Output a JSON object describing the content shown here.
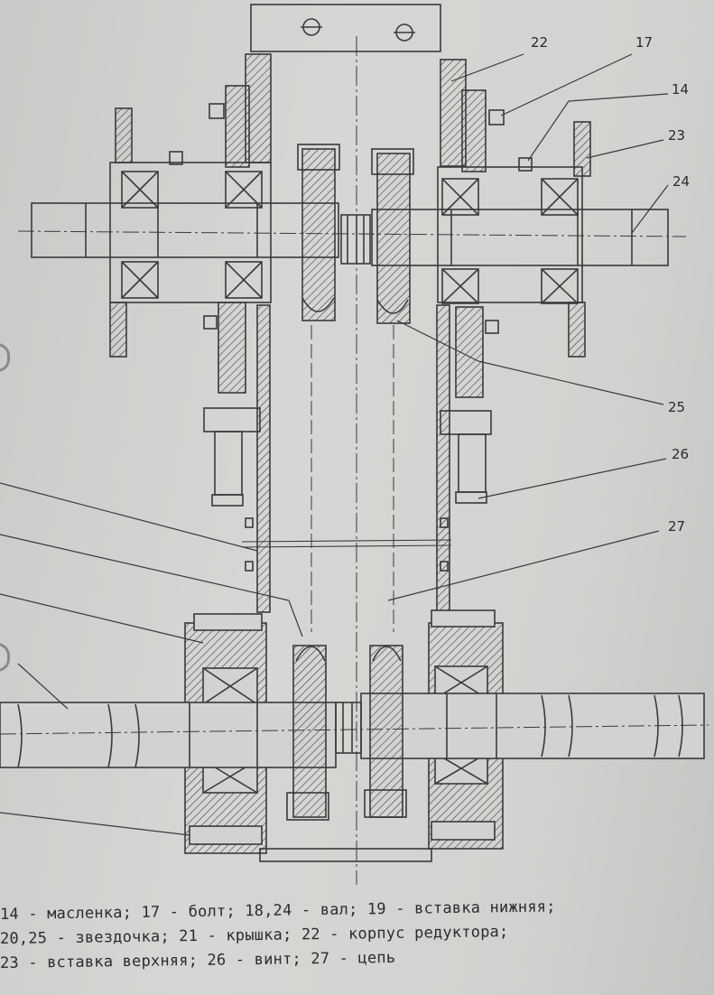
{
  "callouts": [
    {
      "id": "c22",
      "text": "22"
    },
    {
      "id": "c17",
      "text": "17"
    },
    {
      "id": "c14",
      "text": "14"
    },
    {
      "id": "c23",
      "text": "23"
    },
    {
      "id": "c24",
      "text": "24"
    },
    {
      "id": "c25",
      "text": "25"
    },
    {
      "id": "c26",
      "text": "26"
    },
    {
      "id": "c27",
      "text": "27"
    }
  ],
  "legend": {
    "line1": "14 - масленка; 17 - болт; 18,24 - вал; 19 - вставка нижняя;",
    "line2": "20,25 - звездочка; 21 - крышка; 22 - корпус редуктора;",
    "line3": "23 - вставка верхняя; 26 - винт; 27 - цепь"
  },
  "colors": {
    "line": "#3a3a3a",
    "paper": "#d2d3d0"
  }
}
